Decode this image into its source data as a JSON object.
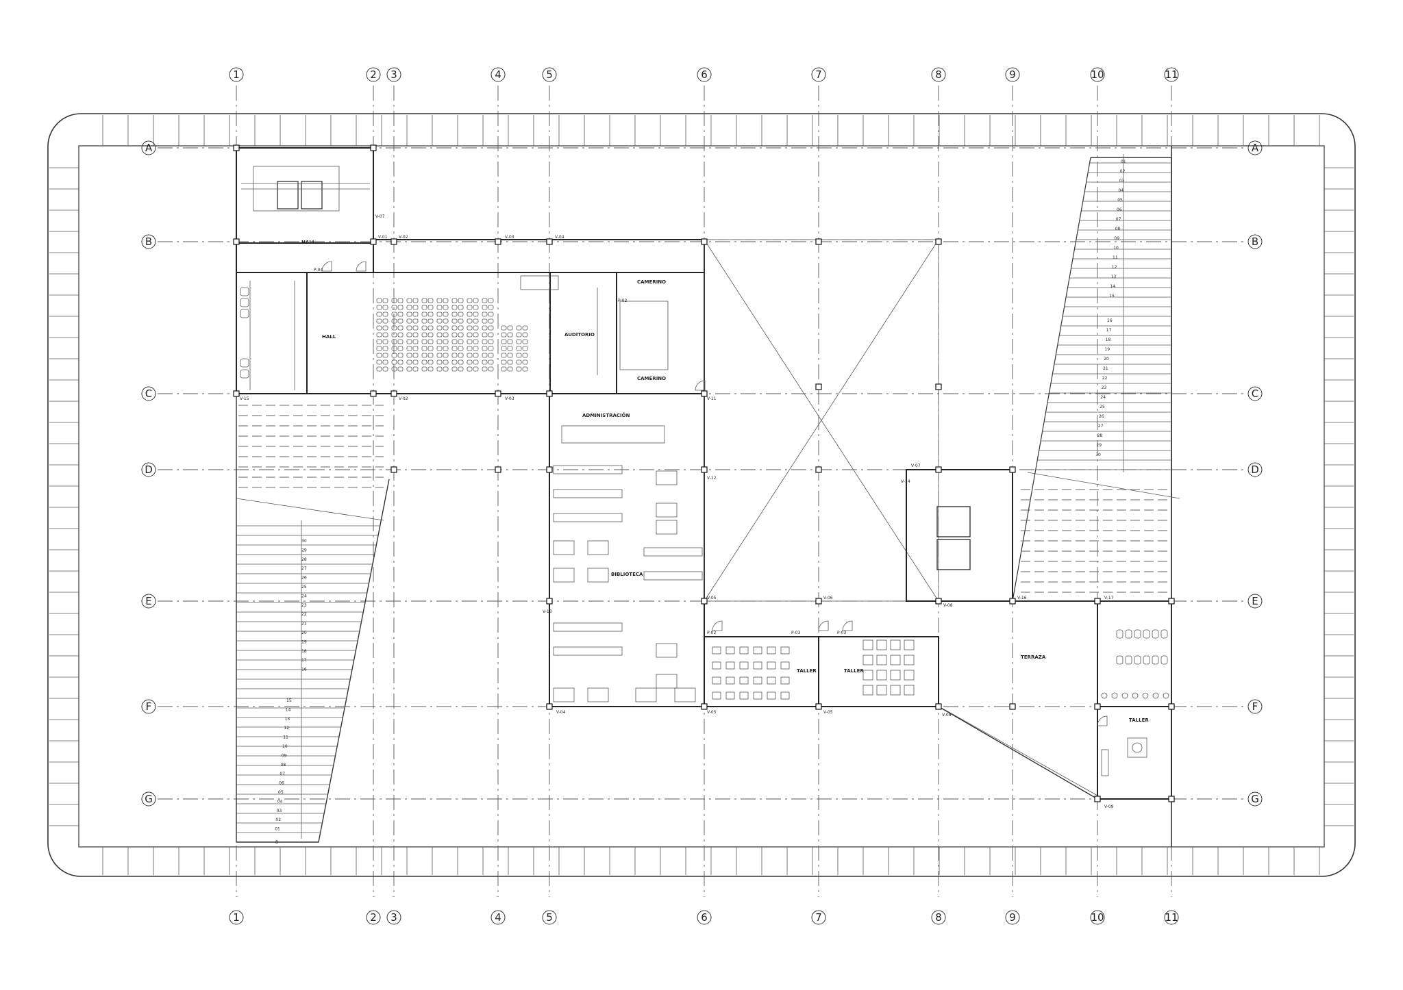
{
  "axes": {
    "numbers": [
      "1",
      "2",
      "3",
      "4",
      "5",
      "6",
      "7",
      "8",
      "9",
      "10",
      "11"
    ],
    "letters": [
      "A",
      "B",
      "C",
      "D",
      "E",
      "F",
      "G"
    ]
  },
  "rooms": {
    "hall_top": "HALL",
    "hall_left": "HALL",
    "auditorio": "AUDITORIO",
    "camerino_top": "CAMERINO",
    "camerino_bottom": "CAMERINO",
    "administracion": "ADMINISTRACIÓN",
    "biblioteca": "BIBLIOTECA",
    "taller_1": "TALLER",
    "taller_2": "TALLER",
    "taller_3": "TALLER",
    "terraza": "TERRAZA"
  },
  "beams": {
    "v01": "V-01",
    "v02a": "V-02",
    "v03a": "V-03",
    "v04a": "V-04",
    "v15": "V-15",
    "v02b": "V-02",
    "v03b": "V-03",
    "v11": "V-11",
    "v12": "V-12",
    "v13": "V-13",
    "v14": "V-14",
    "v07a": "V-07",
    "v07b": "V-07",
    "v05a": "V-05",
    "v06": "V-06",
    "v08": "V-08",
    "v16": "V-16",
    "v17": "V-17",
    "v04b": "V-04",
    "v05b": "V-05",
    "v05c": "V-05",
    "v09": "V-09",
    "v08b": "V-08"
  },
  "doors": {
    "p04": "P-04",
    "p02a": "P-02",
    "p02b": "P-02",
    "p03a": "P-03",
    "p03b": "P-03"
  },
  "stairs": {
    "right_upper": [
      "01",
      "02",
      "03",
      "04",
      "05",
      "06",
      "07",
      "08",
      "09",
      "10",
      "11",
      "12",
      "13",
      "14",
      "15"
    ],
    "right_lower": [
      "16",
      "17",
      "18",
      "19",
      "20",
      "21",
      "22",
      "23",
      "24",
      "25",
      "26",
      "27",
      "28",
      "29",
      "30"
    ],
    "left_upper": [
      "30",
      "29",
      "28",
      "27",
      "26",
      "25",
      "24",
      "23",
      "22",
      "21",
      "20",
      "19",
      "18",
      "17",
      "16"
    ],
    "left_lower": [
      "15",
      "14",
      "13",
      "12",
      "11",
      "10",
      "09",
      "08",
      "07",
      "06",
      "05",
      "04",
      "03",
      "02",
      "01"
    ],
    "left_end": "B"
  }
}
